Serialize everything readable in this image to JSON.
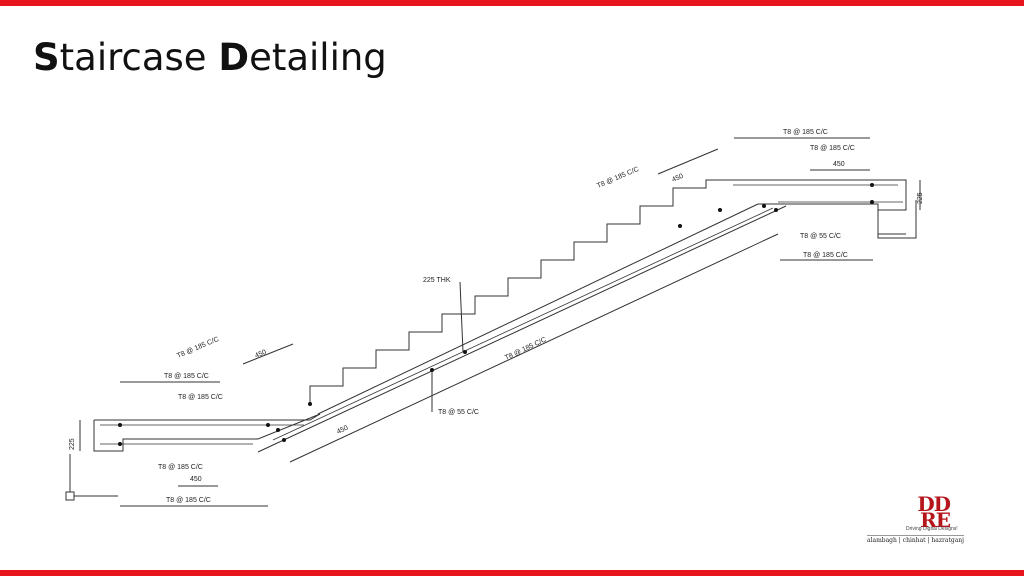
{
  "slide": {
    "title_s": "S",
    "title_rest1": "taircase ",
    "title_d": "D",
    "title_rest2": "etailing",
    "accent_color": "#e8141b"
  },
  "drawing": {
    "labels": {
      "top_t8_185": "T8 @ 185 C/C",
      "top_t8_185_b": "T8 @ 185 C/C",
      "top_450": "450",
      "upper_diag_t8": "T8 @ 185 C/C",
      "upper_diag_450": "450",
      "dim_225_right": "225",
      "t8_55_right": "T8 @ 55 C/C",
      "t8_185_right": "T8 @ 185 C/C",
      "thk_225": "225 THK",
      "lower_diag_t8": "T8 @ 185 C/C",
      "lower_diag_450": "450",
      "left_t8_185": "T8 @ 185 C/C",
      "left_t8_185_b": "T8 @ 185 C/C",
      "dim_225_left": "225",
      "waist_t8_185": "T8 @ 185 C/C",
      "waist_t8_55": "T8 @ 55 C/C",
      "bottom_450_diag": "450",
      "bottom_t8_185": "T8 @ 185 C/C",
      "bottom_450": "450",
      "bottom_t8_185_b": "T8 @ 185 C/C"
    }
  },
  "logo": {
    "mark_line1": "DD",
    "mark_line2": "RE",
    "tagline": "Driving Digital Designs!",
    "locations": "alambagh | chinhat | hazratganj"
  }
}
